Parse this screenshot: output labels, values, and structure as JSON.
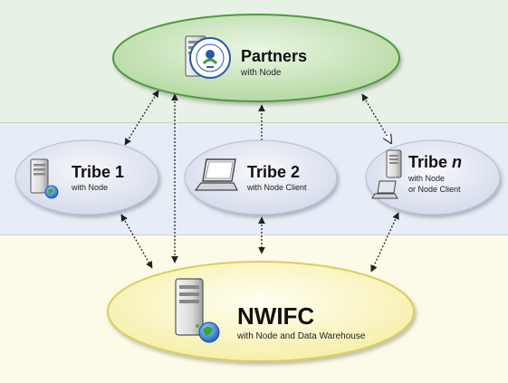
{
  "nodes": {
    "partners": {
      "title": "Partners",
      "subtitle": "with Node"
    },
    "tribe1": {
      "title": "Tribe 1",
      "subtitle": "with Node"
    },
    "tribe2": {
      "title": "Tribe 2",
      "subtitle": "with Node Client"
    },
    "triben": {
      "title_prefix": "Tribe ",
      "title_var": "n",
      "subtitle_1": "with Node",
      "subtitle_2": "or Node Client"
    },
    "nwifc": {
      "title": "NWIFC",
      "subtitle": "with Node and Data Warehouse"
    }
  },
  "icons": {
    "partners": [
      "server-icon",
      "epa-seal-icon"
    ],
    "tribe1": [
      "server-icon",
      "globe-icon"
    ],
    "tribe2": [
      "laptop-icon"
    ],
    "triben": [
      "server-icon",
      "laptop-icon"
    ],
    "nwifc": [
      "server-icon",
      "globe-icon"
    ]
  },
  "colors": {
    "band_top": "#e8f1e6",
    "band_mid": "#e7edf6",
    "band_bot": "#fdfbe8",
    "partners_fill": "#c3e2b4",
    "partners_stroke": "#4f9a3c",
    "tribe_fill": "#dde3f0",
    "nwifc_fill": "#fbf6c4",
    "nwifc_stroke": "#d9cf5a"
  }
}
